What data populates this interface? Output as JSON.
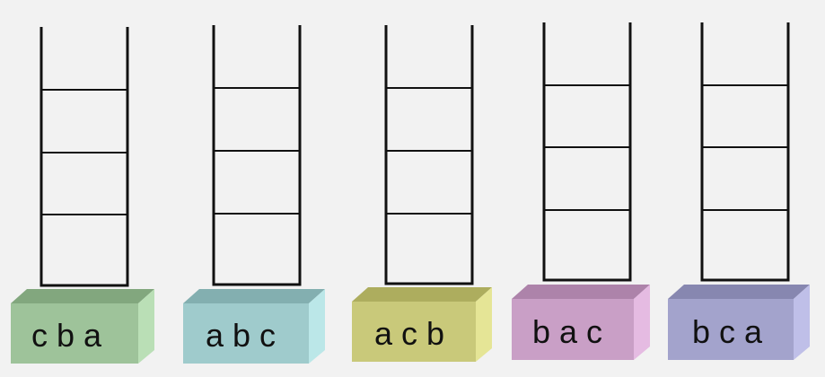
{
  "stacks": [
    {
      "label": "c b a",
      "color": "#9ec39a",
      "slots": 3
    },
    {
      "label": "a b c",
      "color": "#9fcbcc",
      "slots": 3
    },
    {
      "label": "a c b",
      "color": "#c9c97a",
      "slots": 3
    },
    {
      "label": "b a c",
      "color": "#c99fc6",
      "slots": 3
    },
    {
      "label": "b c a",
      "color": "#a3a3cc",
      "slots": 3
    }
  ]
}
